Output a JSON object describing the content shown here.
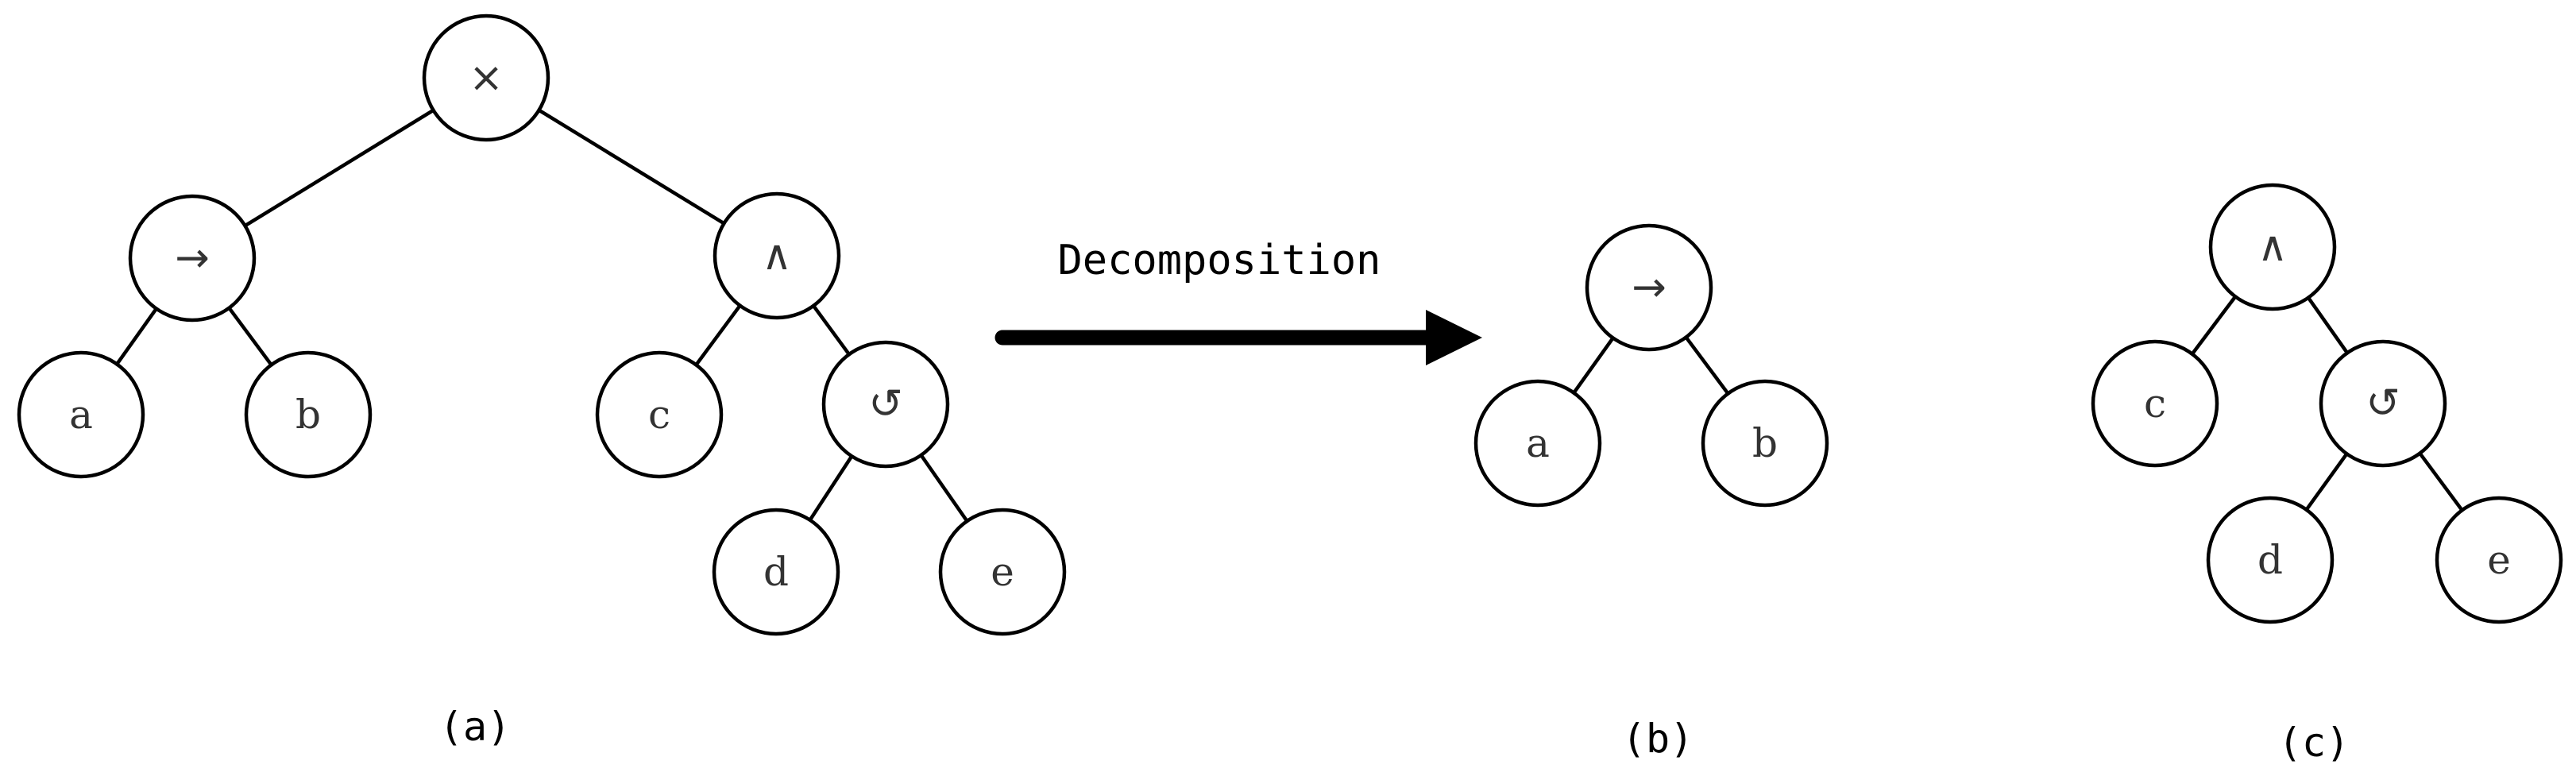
{
  "arrow": {
    "label": "Decomposition"
  },
  "trees": [
    {
      "id": "a",
      "caption": "(a)",
      "nodes": [
        {
          "key": "times",
          "label": "×",
          "kind": "op"
        },
        {
          "key": "seq",
          "label": "→",
          "kind": "op"
        },
        {
          "key": "and",
          "label": "∧",
          "kind": "op"
        },
        {
          "key": "a",
          "label": "a",
          "kind": "leaf"
        },
        {
          "key": "b",
          "label": "b",
          "kind": "leaf"
        },
        {
          "key": "c",
          "label": "c",
          "kind": "leaf"
        },
        {
          "key": "loop",
          "label": "↺",
          "kind": "op"
        },
        {
          "key": "d",
          "label": "d",
          "kind": "leaf"
        },
        {
          "key": "e",
          "label": "e",
          "kind": "leaf"
        }
      ],
      "edges": [
        [
          "times",
          "seq"
        ],
        [
          "times",
          "and"
        ],
        [
          "seq",
          "a"
        ],
        [
          "seq",
          "b"
        ],
        [
          "and",
          "c"
        ],
        [
          "and",
          "loop"
        ],
        [
          "loop",
          "d"
        ],
        [
          "loop",
          "e"
        ]
      ]
    },
    {
      "id": "b",
      "caption": "(b)",
      "nodes": [
        {
          "key": "seq",
          "label": "→",
          "kind": "op"
        },
        {
          "key": "a",
          "label": "a",
          "kind": "leaf"
        },
        {
          "key": "b",
          "label": "b",
          "kind": "leaf"
        }
      ],
      "edges": [
        [
          "seq",
          "a"
        ],
        [
          "seq",
          "b"
        ]
      ]
    },
    {
      "id": "c",
      "caption": "(c)",
      "nodes": [
        {
          "key": "and",
          "label": "∧",
          "kind": "op"
        },
        {
          "key": "c",
          "label": "c",
          "kind": "leaf"
        },
        {
          "key": "loop",
          "label": "↺",
          "kind": "op"
        },
        {
          "key": "d",
          "label": "d",
          "kind": "leaf"
        },
        {
          "key": "e",
          "label": "e",
          "kind": "leaf"
        }
      ],
      "edges": [
        [
          "and",
          "c"
        ],
        [
          "and",
          "loop"
        ],
        [
          "loop",
          "d"
        ],
        [
          "loop",
          "e"
        ]
      ]
    }
  ]
}
